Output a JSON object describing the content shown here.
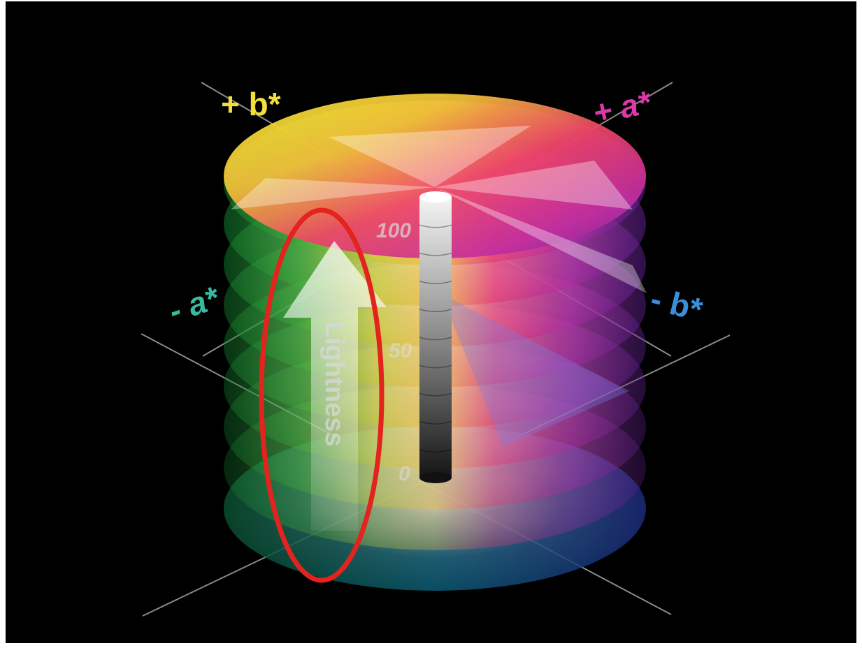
{
  "diagram": {
    "type": "CIELAB color space cylinder",
    "axes": {
      "plus_b": {
        "label": "+ b*",
        "color": "#f2e03a"
      },
      "plus_a": {
        "label": "+ a*",
        "color": "#d93aa8"
      },
      "minus_a": {
        "label": "- a*",
        "color": "#3ab8a0"
      },
      "minus_b": {
        "label": "- b*",
        "color": "#3a8fd9"
      }
    },
    "lightness_arrow": {
      "label": "Lightness"
    },
    "scale_ticks": [
      "100",
      "50",
      "0"
    ],
    "highlight": {
      "shape": "ellipse",
      "color": "#e3231e",
      "target": "lightness-arrow"
    },
    "colors": {
      "background": "#000000",
      "frame": "#ffffff",
      "axis_line": "#9a9a9a"
    }
  }
}
